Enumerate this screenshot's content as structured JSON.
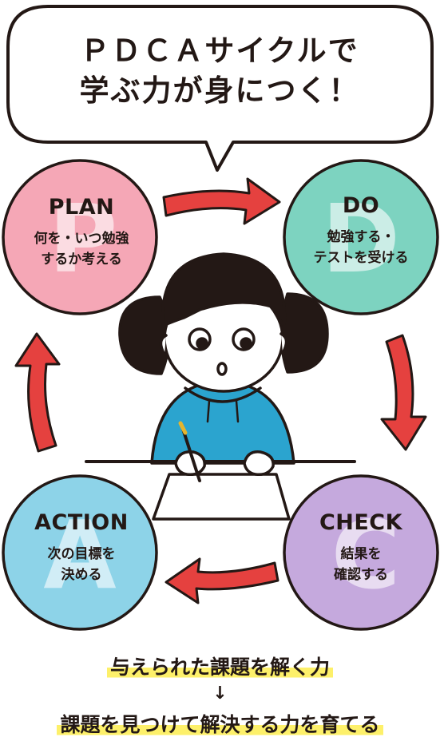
{
  "bubble": {
    "line1": "ＰＤＣＡサイクルで",
    "line2": "学ぶ力が身につく！"
  },
  "steps": {
    "plan": {
      "letter": "P",
      "title": "PLAN",
      "desc1": "何を・いつ勉強",
      "desc2": "するか考える",
      "color": "#f5a7b6"
    },
    "do": {
      "letter": "D",
      "title": "DO",
      "desc1": "勉強する・",
      "desc2": "テストを受ける",
      "color": "#7dd3c0"
    },
    "check": {
      "letter": "C",
      "title": "CHECK",
      "desc1": "結果を",
      "desc2": "確認する",
      "color": "#c5a9dd"
    },
    "action": {
      "letter": "A",
      "title": "ACTION",
      "desc1": "次の目標を",
      "desc2": "決める",
      "color": "#8dd3e8"
    }
  },
  "footer": {
    "line1": "与えられた課題を解く力",
    "arrow": "↓",
    "line2": "課題を見つけて解決する力を育てる"
  },
  "colors": {
    "ink": "#231815",
    "arrow": "#e5413f",
    "hoodie": "#2ba4cf",
    "highlight": "#fdf06a"
  }
}
